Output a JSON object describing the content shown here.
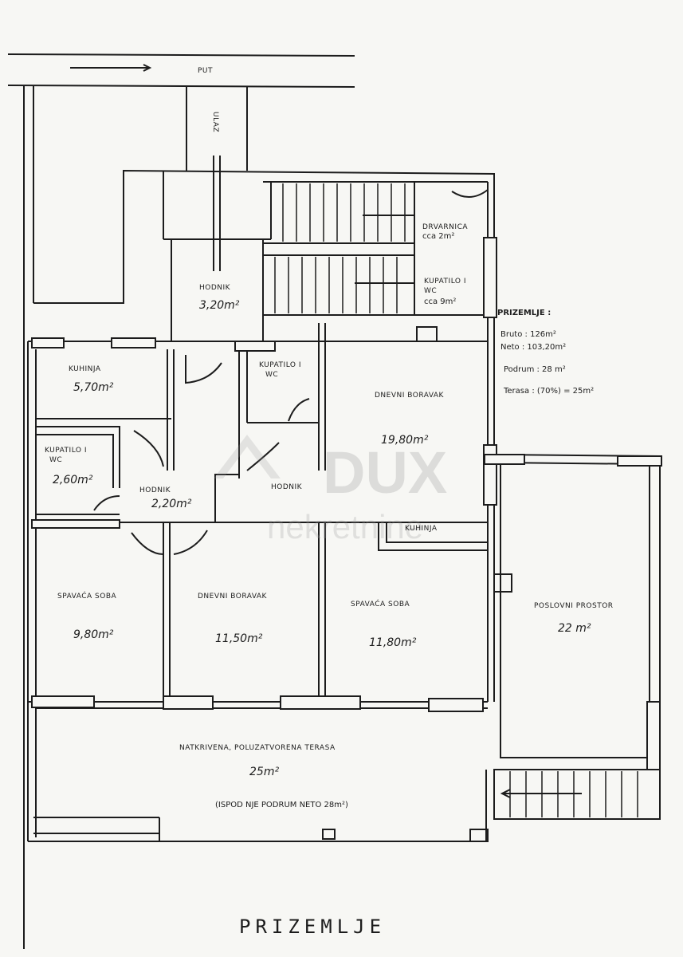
{
  "street": {
    "label": "PUT"
  },
  "entrance": {
    "label": "ULAZ"
  },
  "rooms": {
    "hodnik_top": {
      "name": "HODNIK",
      "area": "3,20m²"
    },
    "drvarnica": {
      "name": "DRVARNICA",
      "area": "cca 2m²"
    },
    "kupatilo_stair": {
      "name": "KUPATILO I",
      "name2": "WC",
      "area": "cca 9m²"
    },
    "kuhinja_left": {
      "name": "KUHINJA",
      "area": "5,70m²"
    },
    "kupatilo_mid": {
      "name": "KUPATILO I",
      "name2": "WC"
    },
    "dnevni_top": {
      "name": "DNEVNI BORAVAK",
      "area": "19,80m²"
    },
    "kupatilo_left": {
      "name": "KUPATILO I",
      "name2": "WC",
      "area": "2,60m²"
    },
    "hodnik_left": {
      "name": "HODNIK",
      "area": "2,20m²"
    },
    "hodnik_mid": {
      "name": "HODNIK"
    },
    "kuhinja_mid": {
      "name": "KUHINJA"
    },
    "spavaca_left": {
      "name": "SPAVAĆA SOBA",
      "area": "9,80m²"
    },
    "dnevni_bottom": {
      "name": "DNEVNI BORAVAK",
      "area": "11,50m²"
    },
    "spavaca_right": {
      "name": "SPAVAĆA SOBA",
      "area": "11,80m²"
    },
    "poslovni": {
      "name": "POSLOVNI PROSTOR",
      "area": "22 m²"
    },
    "terasa": {
      "name": "NATKRIVENA, POLUZATVORENA TERASA",
      "area": "25m²",
      "note": "(ISPOD NJE PODRUM NETO 28m²)"
    }
  },
  "summary": {
    "heading": "PRIZEMLJE :",
    "bruto": "Bruto : 126m²",
    "neto": "Neto : 103,20m²",
    "podrum": "Podrum : 28 m²",
    "terasa": "Terasa : (70%) = 25m²"
  },
  "watermark": {
    "brand": "DUX",
    "sub": "nekretnine"
  },
  "footer_title": "PRIZEMLJE",
  "colors": {
    "ink": "#1c1c1c",
    "paper": "#f7f7f4",
    "watermark": "#9a9a9a"
  }
}
